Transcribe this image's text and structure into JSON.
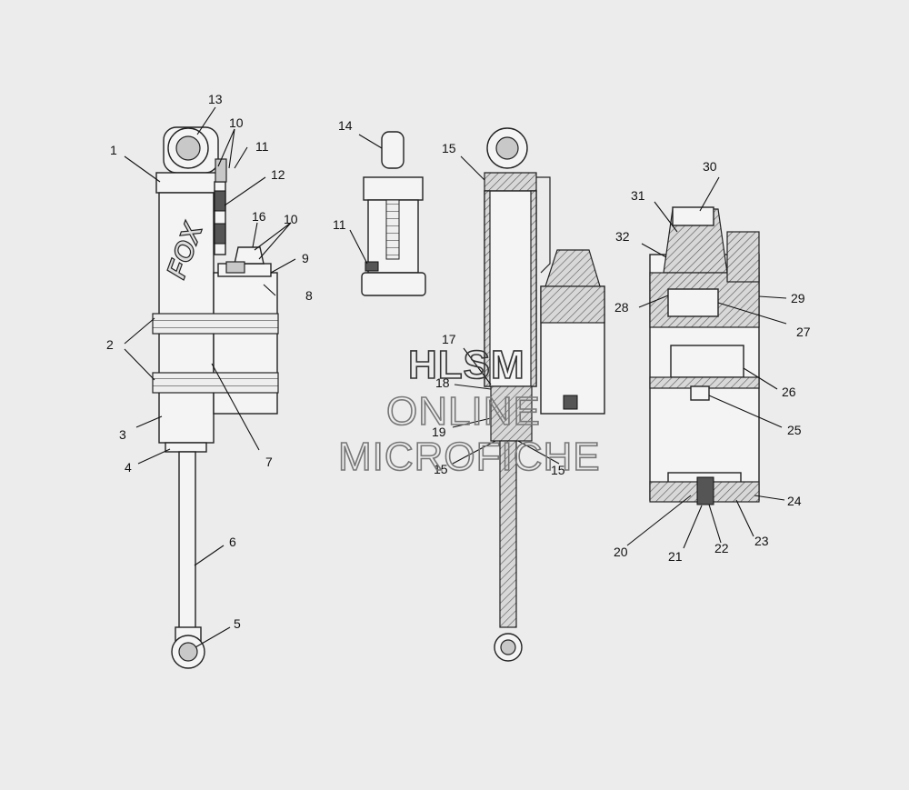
{
  "diagram": {
    "callouts": {
      "c1": "1",
      "c2": "2",
      "c3": "3",
      "c4": "4",
      "c5": "5",
      "c6": "6",
      "c7": "7",
      "c8": "8",
      "c9": "9",
      "c10a": "10",
      "c10b": "10",
      "c11a": "11",
      "c11b": "11",
      "c12": "12",
      "c13": "13",
      "c14": "14",
      "c15a": "15",
      "c15b": "15",
      "c15c": "15",
      "c16": "16",
      "c17": "17",
      "c18": "18",
      "c19": "19",
      "c20": "20",
      "c21": "21",
      "c22": "22",
      "c23": "23",
      "c24": "24",
      "c25": "25",
      "c26": "26",
      "c27": "27",
      "c28": "28",
      "c29": "29",
      "c30": "30",
      "c31": "31",
      "c32": "32"
    },
    "brand_text": "FOX",
    "watermark": {
      "line1": "HLSM",
      "line2": "ONLINE",
      "line3": "MICROFICHE"
    }
  }
}
